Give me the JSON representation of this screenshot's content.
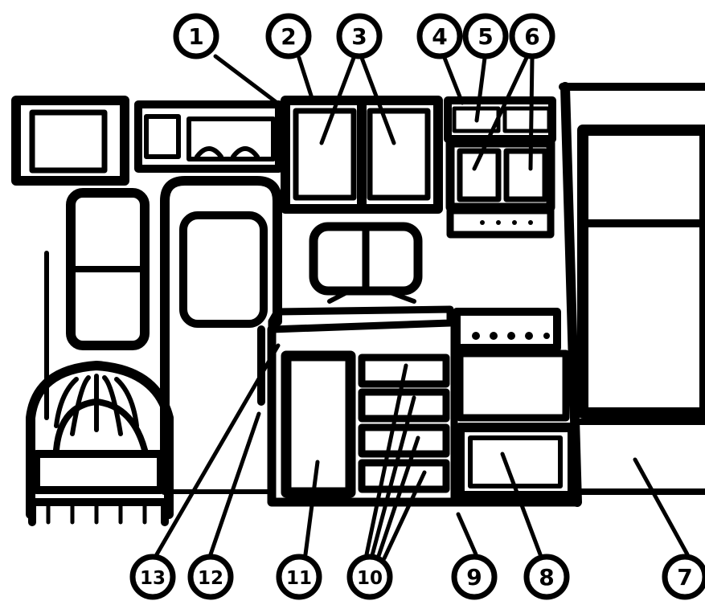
{
  "callouts": [
    {
      "label": "1"
    },
    {
      "label": "2"
    },
    {
      "label": "3"
    },
    {
      "label": "4"
    },
    {
      "label": "5"
    },
    {
      "label": "6"
    },
    {
      "label": "7"
    },
    {
      "label": "8"
    },
    {
      "label": "9"
    },
    {
      "label": "10"
    },
    {
      "label": "11"
    },
    {
      "label": "12"
    },
    {
      "label": "13"
    }
  ],
  "colors": {
    "ink": "#000000",
    "paper": "#ffffff"
  }
}
